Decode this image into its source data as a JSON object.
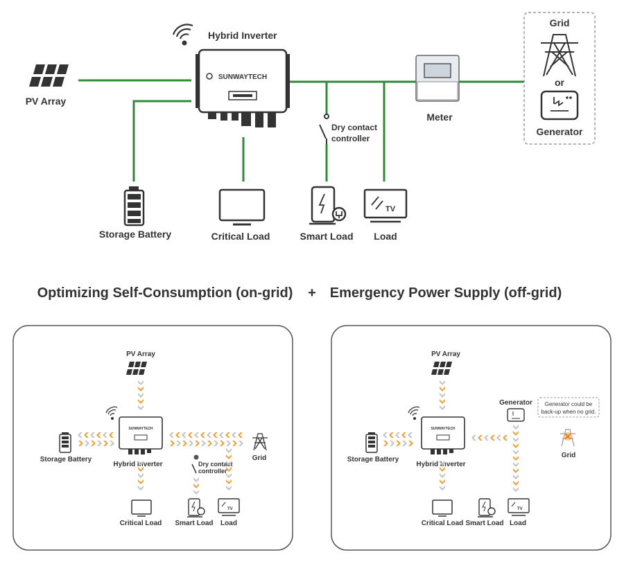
{
  "top": {
    "pv_array": "PV Array",
    "hybrid_inverter": "Hybrid Inverter",
    "brand": "SUNWAYTECH",
    "dry_contact_l1": "Dry contact",
    "dry_contact_l2": "controller",
    "meter": "Meter",
    "grid": "Grid",
    "or": "or",
    "generator": "Generator",
    "storage_battery": "Storage Battery",
    "critical_load": "Critical Load",
    "smart_load": "Smart Load",
    "load": "Load",
    "tv": "TV"
  },
  "headings": {
    "left": "Optimizing Self-Consumption (on-grid)",
    "plus": "+",
    "right": "Emergency Power Supply (off-grid)"
  },
  "left_panel": {
    "pv_array": "PV Array",
    "storage_battery": "Storage Battery",
    "hybrid_inverter": "Hybrid Inverter",
    "dry_contact_l1": "Dry contact",
    "dry_contact_l2": "controller",
    "grid": "Grid",
    "critical_load": "Critical Load",
    "smart_load": "Smart Load",
    "load": "Load",
    "tv": "TV"
  },
  "right_panel": {
    "pv_array": "PV Array",
    "generator": "Generator",
    "note_l1": "Generator could be",
    "note_l2": "back-up when no grid.",
    "storage_battery": "Storage Battery",
    "hybrid_inverter": "Hybrid Inverter",
    "grid": "Grid",
    "critical_load": "Critical Load",
    "smart_load": "Smart Load",
    "load": "Load",
    "tv": "TV"
  },
  "colors": {
    "wire": "#2e8b3a",
    "arrow_orange": "#e8a33c",
    "arrow_grey": "#c4c4c4",
    "panel_border": "#555555",
    "icon_dark": "#333333",
    "x_mark": "#e07b20"
  }
}
